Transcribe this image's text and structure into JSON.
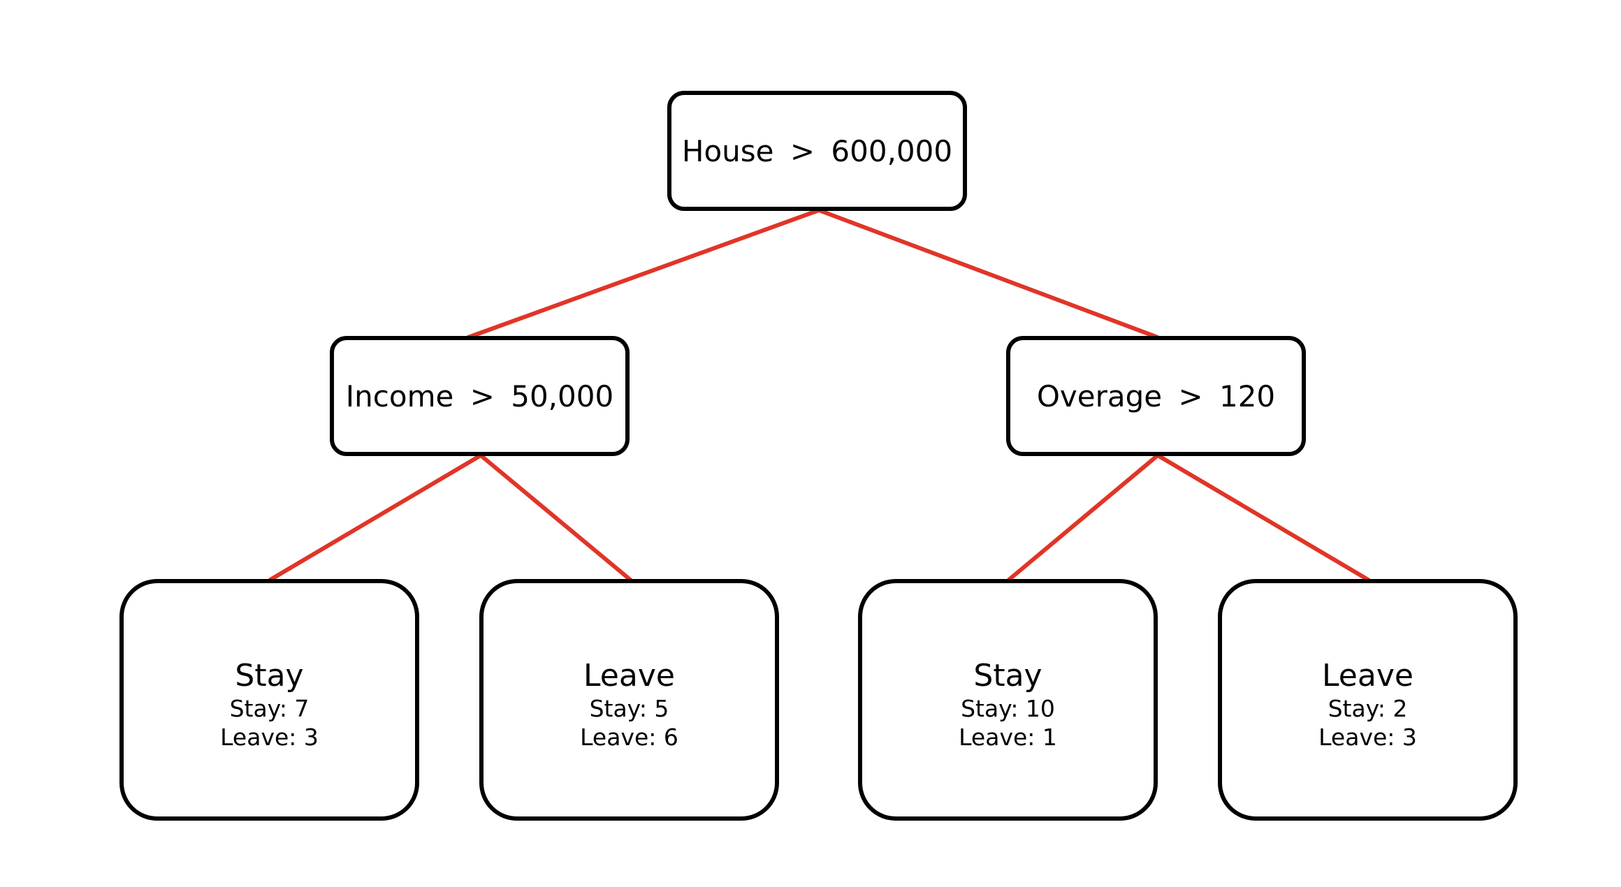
{
  "colors": {
    "edge": "#e03527",
    "node_border": "#000000",
    "background": "#ffffff"
  },
  "root": {
    "condition": "House > 600,000"
  },
  "left": {
    "condition": "Income > 50,000"
  },
  "right": {
    "condition": "Overage > 120"
  },
  "leaves": [
    {
      "label": "Stay",
      "stay": "Stay: 7",
      "leave": "Leave: 3"
    },
    {
      "label": "Leave",
      "stay": "Stay: 5",
      "leave": "Leave: 6"
    },
    {
      "label": "Stay",
      "stay": "Stay: 10",
      "leave": "Leave: 1"
    },
    {
      "label": "Leave",
      "stay": "Stay: 2",
      "leave": "Leave: 3"
    }
  ]
}
